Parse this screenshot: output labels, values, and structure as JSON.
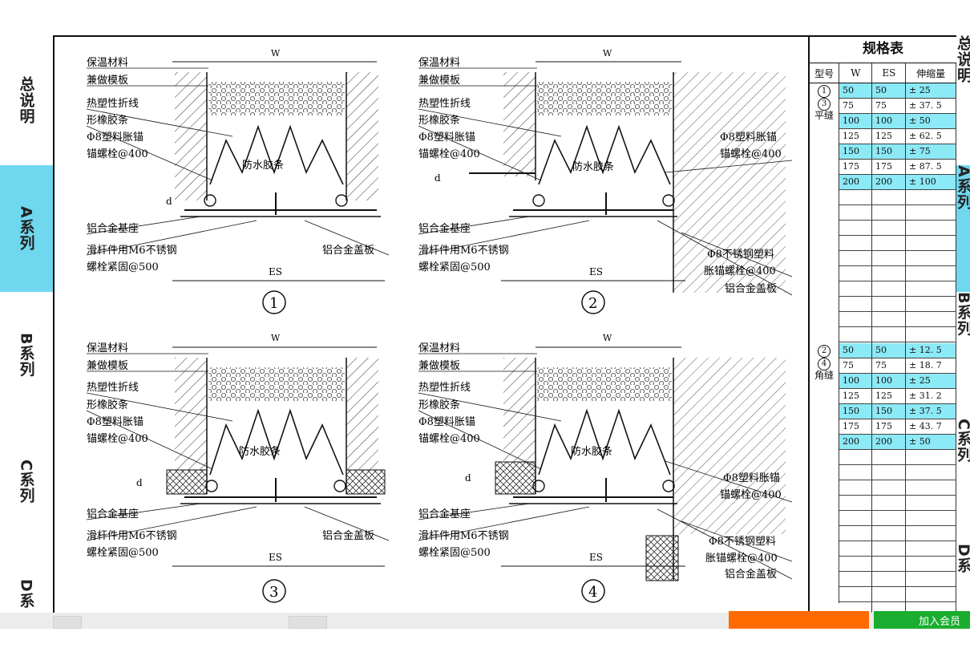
{
  "left_tabs": [
    {
      "label": "总说明",
      "active": false
    },
    {
      "label": "A系列",
      "active": true
    },
    {
      "label": "B系列",
      "active": false
    },
    {
      "label": "C系列",
      "active": false
    },
    {
      "label": "D系"
    }
  ],
  "right_tabs": [
    {
      "label": "总说明"
    },
    {
      "label": "A系列"
    },
    {
      "label": "B系列"
    },
    {
      "label": "C系列"
    },
    {
      "label": "D系"
    }
  ],
  "labels": {
    "insulation": "保温材料",
    "formwork": "兼做模板",
    "fold_line": "热塑性折线",
    "rubber_strip": "形橡胶条",
    "anchor": "Φ8塑料胀锚",
    "anchor_bolt": "锚螺栓@400",
    "waterproof": "防水胶条",
    "base": "铝合金基座",
    "slider1": "滑杆件用M6不锈钢",
    "slider2": "螺栓紧固@500",
    "cover": "铝合金盖板",
    "ss_anchor1": "Φ8不锈钢塑料",
    "ss_anchor2": "胀锚螺栓@400",
    "dim_w": "W",
    "dim_es": "ES",
    "dim_d": "d"
  },
  "details": [
    {
      "num": "1"
    },
    {
      "num": "2"
    },
    {
      "num": "3"
    },
    {
      "num": "4"
    }
  ],
  "spec_table": {
    "title": "规格表",
    "headers": [
      "型号",
      "W",
      "ES",
      "伸缩量"
    ],
    "groups": [
      {
        "circles": [
          "1",
          "3"
        ],
        "type": "平缝",
        "rows": [
          [
            "50",
            "50",
            "± 25"
          ],
          [
            "75",
            "75",
            "± 37. 5"
          ],
          [
            "100",
            "100",
            "± 50"
          ],
          [
            "125",
            "125",
            "± 62. 5"
          ],
          [
            "150",
            "150",
            "± 75"
          ],
          [
            "175",
            "175",
            "± 87. 5"
          ],
          [
            "200",
            "200",
            "± 100"
          ]
        ],
        "highlight": [
          true,
          false,
          true,
          false,
          true,
          false,
          true
        ]
      },
      {
        "circles": [
          "2",
          "4"
        ],
        "type": "角缝",
        "rows": [
          [
            "50",
            "50",
            "± 12. 5"
          ],
          [
            "75",
            "75",
            "± 18. 7"
          ],
          [
            "100",
            "100",
            "± 25"
          ],
          [
            "125",
            "125",
            "± 31. 2"
          ],
          [
            "150",
            "150",
            "± 37. 5"
          ],
          [
            "175",
            "175",
            "± 43. 7"
          ],
          [
            "200",
            "200",
            "± 50"
          ]
        ],
        "highlight": [
          true,
          false,
          true,
          false,
          true,
          false,
          true
        ]
      }
    ]
  },
  "footer": {
    "join_button": "加入会员"
  }
}
